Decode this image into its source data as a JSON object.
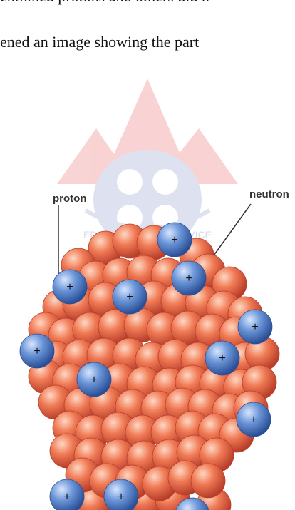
{
  "text": {
    "line1": "entioned protons and others did n",
    "line2": "ened an image showing the part"
  },
  "figure": {
    "labels": {
      "proton": "proton",
      "neutron": "neutron"
    },
    "watermark_text": "EDUCATION FOR SERVICE",
    "colors": {
      "proton": "#4f7fc9",
      "neutron": "#e86a4a",
      "watermark": "#e53b3b",
      "watermark_blue": "#6f79b9"
    }
  }
}
